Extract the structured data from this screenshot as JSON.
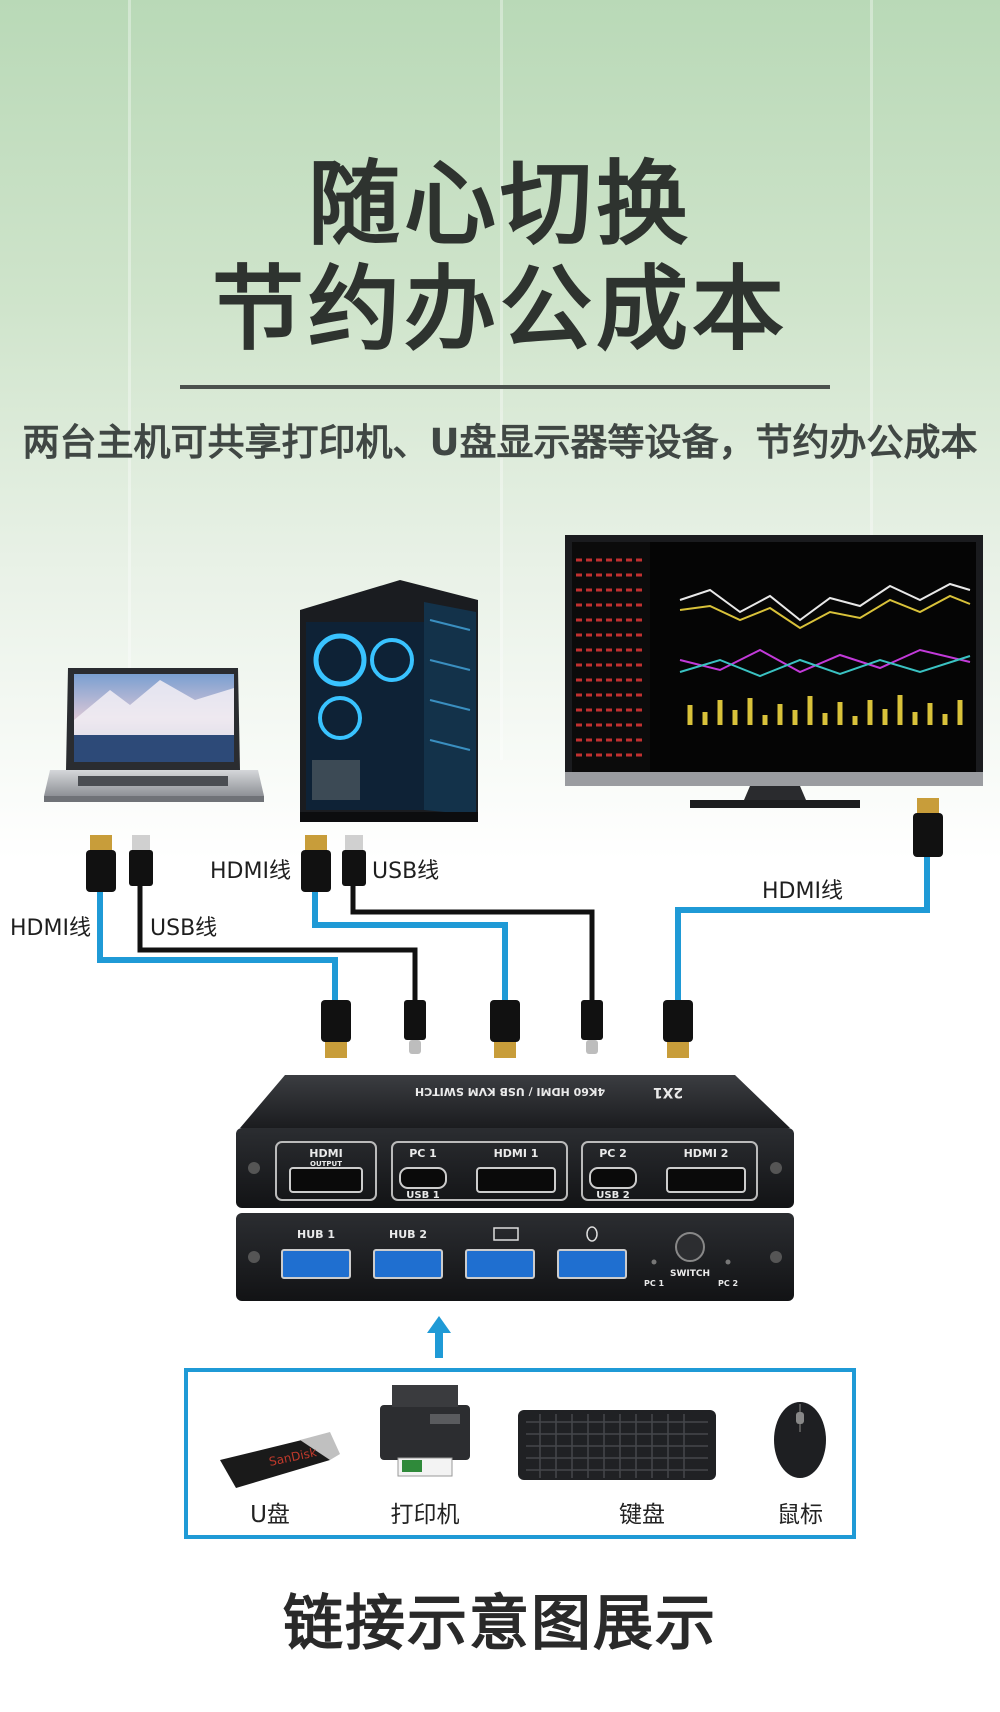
{
  "headline": {
    "line1": "随心切换",
    "line2": "节约办公成本"
  },
  "subtitle": "两台主机可共享打印机、U盘显示器等设备，节约办公成本",
  "cable_labels": {
    "laptop_hdmi": "HDMI线",
    "laptop_usb": "USB线",
    "pc_hdmi": "HDMI线",
    "pc_usb": "USB线",
    "monitor_hdmi": "HDMI线"
  },
  "kvm": {
    "top_label": "4K60 HDMI / USB KVM SWITCH",
    "badge": "2X1",
    "front_ports": {
      "hdmi_output": "HDMI",
      "hdmi_output_sub": "OUTPUT",
      "pc1": "PC 1",
      "hdmi1": "HDMI 1",
      "usb1": "USB 1",
      "pc2": "PC 2",
      "hdmi2": "HDMI 2",
      "usb2": "USB 2"
    },
    "back_ports": {
      "hub1": "HUB 1",
      "hub2": "HUB 2",
      "switch": "SWITCH",
      "pc1": "PC 1",
      "pc2": "PC 2"
    }
  },
  "peripherals": [
    {
      "label": "U盘",
      "icon": "usb-drive-icon"
    },
    {
      "label": "打印机",
      "icon": "printer-icon"
    },
    {
      "label": "键盘",
      "icon": "keyboard-icon"
    },
    {
      "label": "鼠标",
      "icon": "mouse-icon"
    }
  ],
  "usb_drive_brand": "SanDisk",
  "bottom_title": "链接示意图展示",
  "colors": {
    "blue_cable": "#1f9ad6",
    "black_cable": "#111111",
    "frame_blue": "#1f9ad6",
    "text_dark": "#2e332f"
  }
}
